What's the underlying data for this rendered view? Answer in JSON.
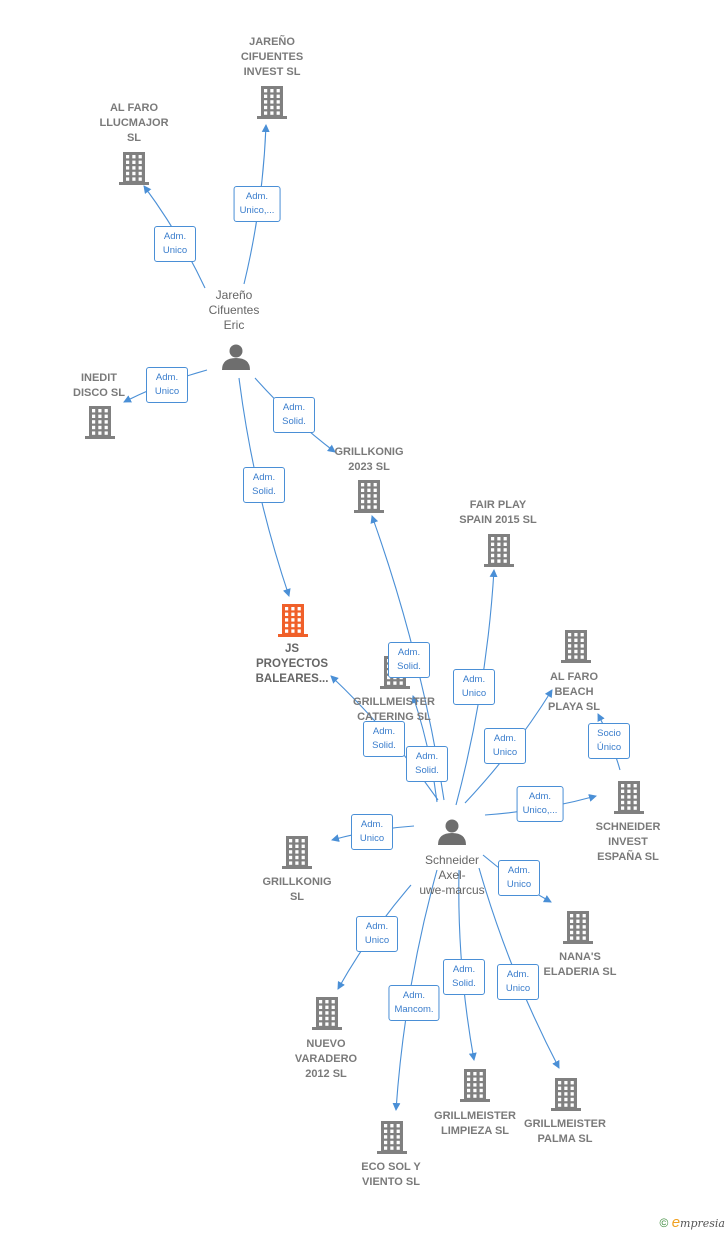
{
  "nodes": [
    {
      "id": "jareno_invest",
      "type": "company",
      "label": "JAREÑO\nCIFUENTES\nINVEST  SL"
    },
    {
      "id": "alfaro_llucmajor",
      "type": "company",
      "label": "AL FARO\nLLUCMAJOR\nSL"
    },
    {
      "id": "jareno_eric",
      "type": "person",
      "label": "Jareño\nCifuentes\nEric"
    },
    {
      "id": "inedit",
      "type": "company",
      "label": "INEDIT\nDISCO  SL"
    },
    {
      "id": "grillkonig2023",
      "type": "company",
      "label": "GRILLKONIG\n2023  SL"
    },
    {
      "id": "fairplay",
      "type": "company",
      "label": "FAIR PLAY\nSPAIN 2015  SL"
    },
    {
      "id": "js_proyectos",
      "type": "focus",
      "label": "JS\nPROYECTOS\nBALEARES..."
    },
    {
      "id": "grill_catering",
      "type": "company",
      "label": "GRILLMEISTER\nCATERING  SL"
    },
    {
      "id": "alfaro_beach",
      "type": "company",
      "label": "AL FARO\nBEACH\nPLAYA  SL"
    },
    {
      "id": "schneider_invest",
      "type": "company",
      "label": "SCHNEIDER\nINVEST\nESPAÑA  SL"
    },
    {
      "id": "schneider_axel",
      "type": "person",
      "label": "Schneider\nAxel-\nuwe-marcus"
    },
    {
      "id": "grillkonig",
      "type": "company",
      "label": "GRILLKONIG\nSL"
    },
    {
      "id": "nanas",
      "type": "company",
      "label": "NANA'S\nELADERIA  SL"
    },
    {
      "id": "nuevo_varadero",
      "type": "company",
      "label": "NUEVO\nVARADERO\n2012 SL"
    },
    {
      "id": "grill_limpieza",
      "type": "company",
      "label": "GRILLMEISTER\nLIMPIEZA  SL"
    },
    {
      "id": "grill_palma",
      "type": "company",
      "label": "GRILLMEISTER\nPALMA SL"
    },
    {
      "id": "ecosol",
      "type": "company",
      "label": "ECO SOL Y\nVIENTO  SL"
    }
  ],
  "edges": [
    {
      "from": "jareno_eric",
      "to": "jareno_invest",
      "label": "Adm.\nUnico,..."
    },
    {
      "from": "jareno_eric",
      "to": "alfaro_llucmajor",
      "label": "Adm.\nUnico"
    },
    {
      "from": "jareno_eric",
      "to": "inedit",
      "label": "Adm.\nUnico"
    },
    {
      "from": "jareno_eric",
      "to": "grillkonig2023",
      "label": "Adm.\nSolid."
    },
    {
      "from": "jareno_eric",
      "to": "js_proyectos",
      "label": "Adm.\nSolid."
    },
    {
      "from": "schneider_axel",
      "to": "grillkonig2023",
      "label": "Adm.\nSolid."
    },
    {
      "from": "schneider_axel",
      "to": "fairplay",
      "label": "Adm.\nUnico"
    },
    {
      "from": "schneider_axel",
      "to": "js_proyectos",
      "label": "Adm.\nSolid."
    },
    {
      "from": "schneider_axel",
      "to": "grill_catering",
      "label": "Adm.\nSolid."
    },
    {
      "from": "schneider_axel",
      "to": "alfaro_beach",
      "label": "Adm.\nUnico"
    },
    {
      "from": "schneider_invest",
      "to": "alfaro_beach",
      "label": "Socio\nÚnico"
    },
    {
      "from": "schneider_axel",
      "to": "schneider_invest",
      "label": "Adm.\nUnico,..."
    },
    {
      "from": "schneider_axel",
      "to": "grillkonig",
      "label": "Adm.\nUnico"
    },
    {
      "from": "schneider_axel",
      "to": "nanas",
      "label": "Adm.\nUnico"
    },
    {
      "from": "schneider_axel",
      "to": "nuevo_varadero",
      "label": "Adm.\nUnico"
    },
    {
      "from": "schneider_axel",
      "to": "ecosol",
      "label": "Adm.\nMancom."
    },
    {
      "from": "schneider_axel",
      "to": "grill_limpieza",
      "label": "Adm.\nSolid."
    },
    {
      "from": "schneider_axel",
      "to": "grill_palma",
      "label": "Adm.\nUnico"
    }
  ],
  "colors": {
    "company": "#808080",
    "focus": "#f0602a",
    "person": "#6e6e6e",
    "edge": "#4a8fd6"
  },
  "footer": {
    "copyright": "©",
    "brand_initial": "e",
    "brand": "mpresia"
  }
}
